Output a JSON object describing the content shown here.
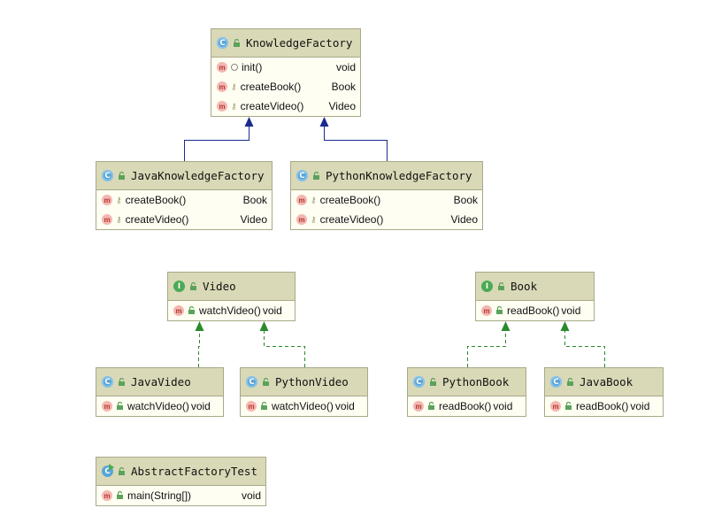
{
  "diagram": {
    "classes": [
      {
        "id": "knowledge-factory",
        "name": "KnowledgeFactory",
        "kind": "class",
        "kind_letter": "C",
        "members": [
          {
            "name": "init()",
            "type": "void",
            "visibility": "package"
          },
          {
            "name": "createBook()",
            "type": "Book",
            "visibility": "protected"
          },
          {
            "name": "createVideo()",
            "type": "Video",
            "visibility": "protected"
          }
        ]
      },
      {
        "id": "java-knowledge-factory",
        "name": "JavaKnowledgeFactory",
        "kind": "class",
        "kind_letter": "C",
        "members": [
          {
            "name": "createBook()",
            "type": "Book",
            "visibility": "protected"
          },
          {
            "name": "createVideo()",
            "type": "Video",
            "visibility": "protected"
          }
        ]
      },
      {
        "id": "python-knowledge-factory",
        "name": "PythonKnowledgeFactory",
        "kind": "class",
        "kind_letter": "C",
        "members": [
          {
            "name": "createBook()",
            "type": "Book",
            "visibility": "protected"
          },
          {
            "name": "createVideo()",
            "type": "Video",
            "visibility": "protected"
          }
        ]
      },
      {
        "id": "video",
        "name": "Video",
        "kind": "interface",
        "kind_letter": "I",
        "members": [
          {
            "name": "watchVideo()",
            "type": "void",
            "visibility": "public"
          }
        ]
      },
      {
        "id": "book",
        "name": "Book",
        "kind": "interface",
        "kind_letter": "I",
        "members": [
          {
            "name": "readBook()",
            "type": "void",
            "visibility": "public"
          }
        ]
      },
      {
        "id": "java-video",
        "name": "JavaVideo",
        "kind": "class",
        "kind_letter": "C",
        "members": [
          {
            "name": "watchVideo()",
            "type": "void",
            "visibility": "public"
          }
        ]
      },
      {
        "id": "python-video",
        "name": "PythonVideo",
        "kind": "class",
        "kind_letter": "C",
        "members": [
          {
            "name": "watchVideo()",
            "type": "void",
            "visibility": "public"
          }
        ]
      },
      {
        "id": "python-book",
        "name": "PythonBook",
        "kind": "class",
        "kind_letter": "C",
        "members": [
          {
            "name": "readBook()",
            "type": "void",
            "visibility": "public"
          }
        ]
      },
      {
        "id": "java-book",
        "name": "JavaBook",
        "kind": "class",
        "kind_letter": "C",
        "members": [
          {
            "name": "readBook()",
            "type": "void",
            "visibility": "public"
          }
        ]
      },
      {
        "id": "abstract-factory-test",
        "name": "AbstractFactoryTest",
        "kind": "class",
        "kind_letter": "C",
        "members": [
          {
            "name": "main(String[])",
            "type": "void",
            "visibility": "public",
            "static": true
          }
        ]
      }
    ],
    "relations": [
      {
        "from": "java-knowledge-factory",
        "to": "knowledge-factory",
        "type": "extends"
      },
      {
        "from": "python-knowledge-factory",
        "to": "knowledge-factory",
        "type": "extends"
      },
      {
        "from": "java-video",
        "to": "video",
        "type": "implements"
      },
      {
        "from": "python-video",
        "to": "video",
        "type": "implements"
      },
      {
        "from": "python-book",
        "to": "book",
        "type": "implements"
      },
      {
        "from": "java-book",
        "to": "book",
        "type": "implements"
      }
    ],
    "colors": {
      "extends_line": "#1a2a8c",
      "implements_line": "#2b8a2b",
      "header_bg": "#d9d9b7",
      "body_bg": "#fefef2",
      "method_badge": "#f4b6b0",
      "class_badge": "#5aa5d6",
      "interface_badge": "#4caa55"
    }
  }
}
